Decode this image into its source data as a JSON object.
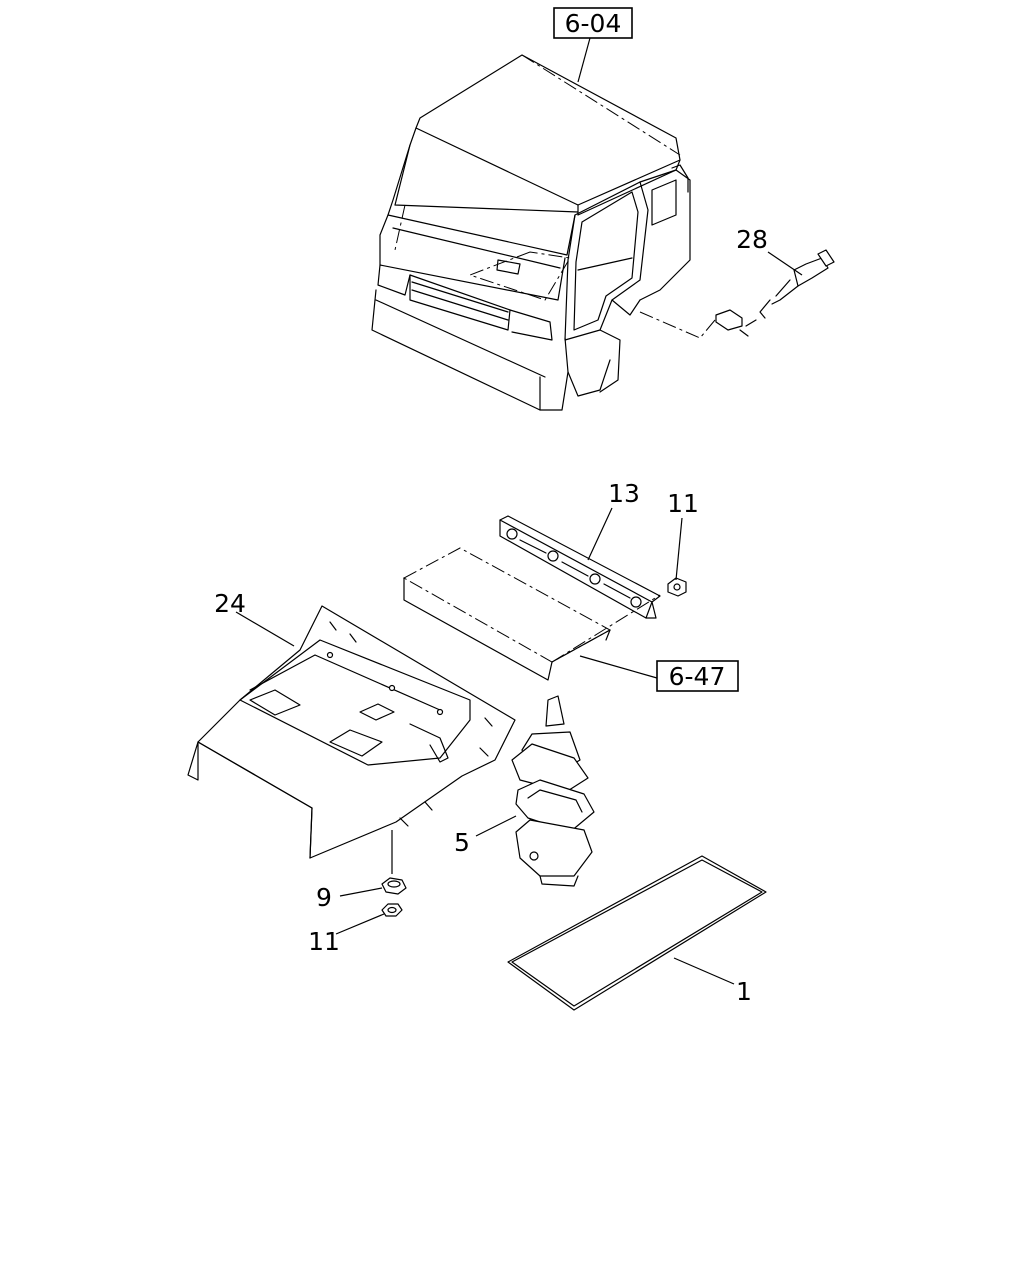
{
  "references": {
    "cab": "6-04",
    "bracket_plate": "6-47"
  },
  "callouts": {
    "part_28": "28",
    "part_13": "13",
    "part_11_top": "11",
    "part_24": "24",
    "part_5": "5",
    "part_9": "9",
    "part_11_bottom": "11",
    "part_1": "1"
  }
}
